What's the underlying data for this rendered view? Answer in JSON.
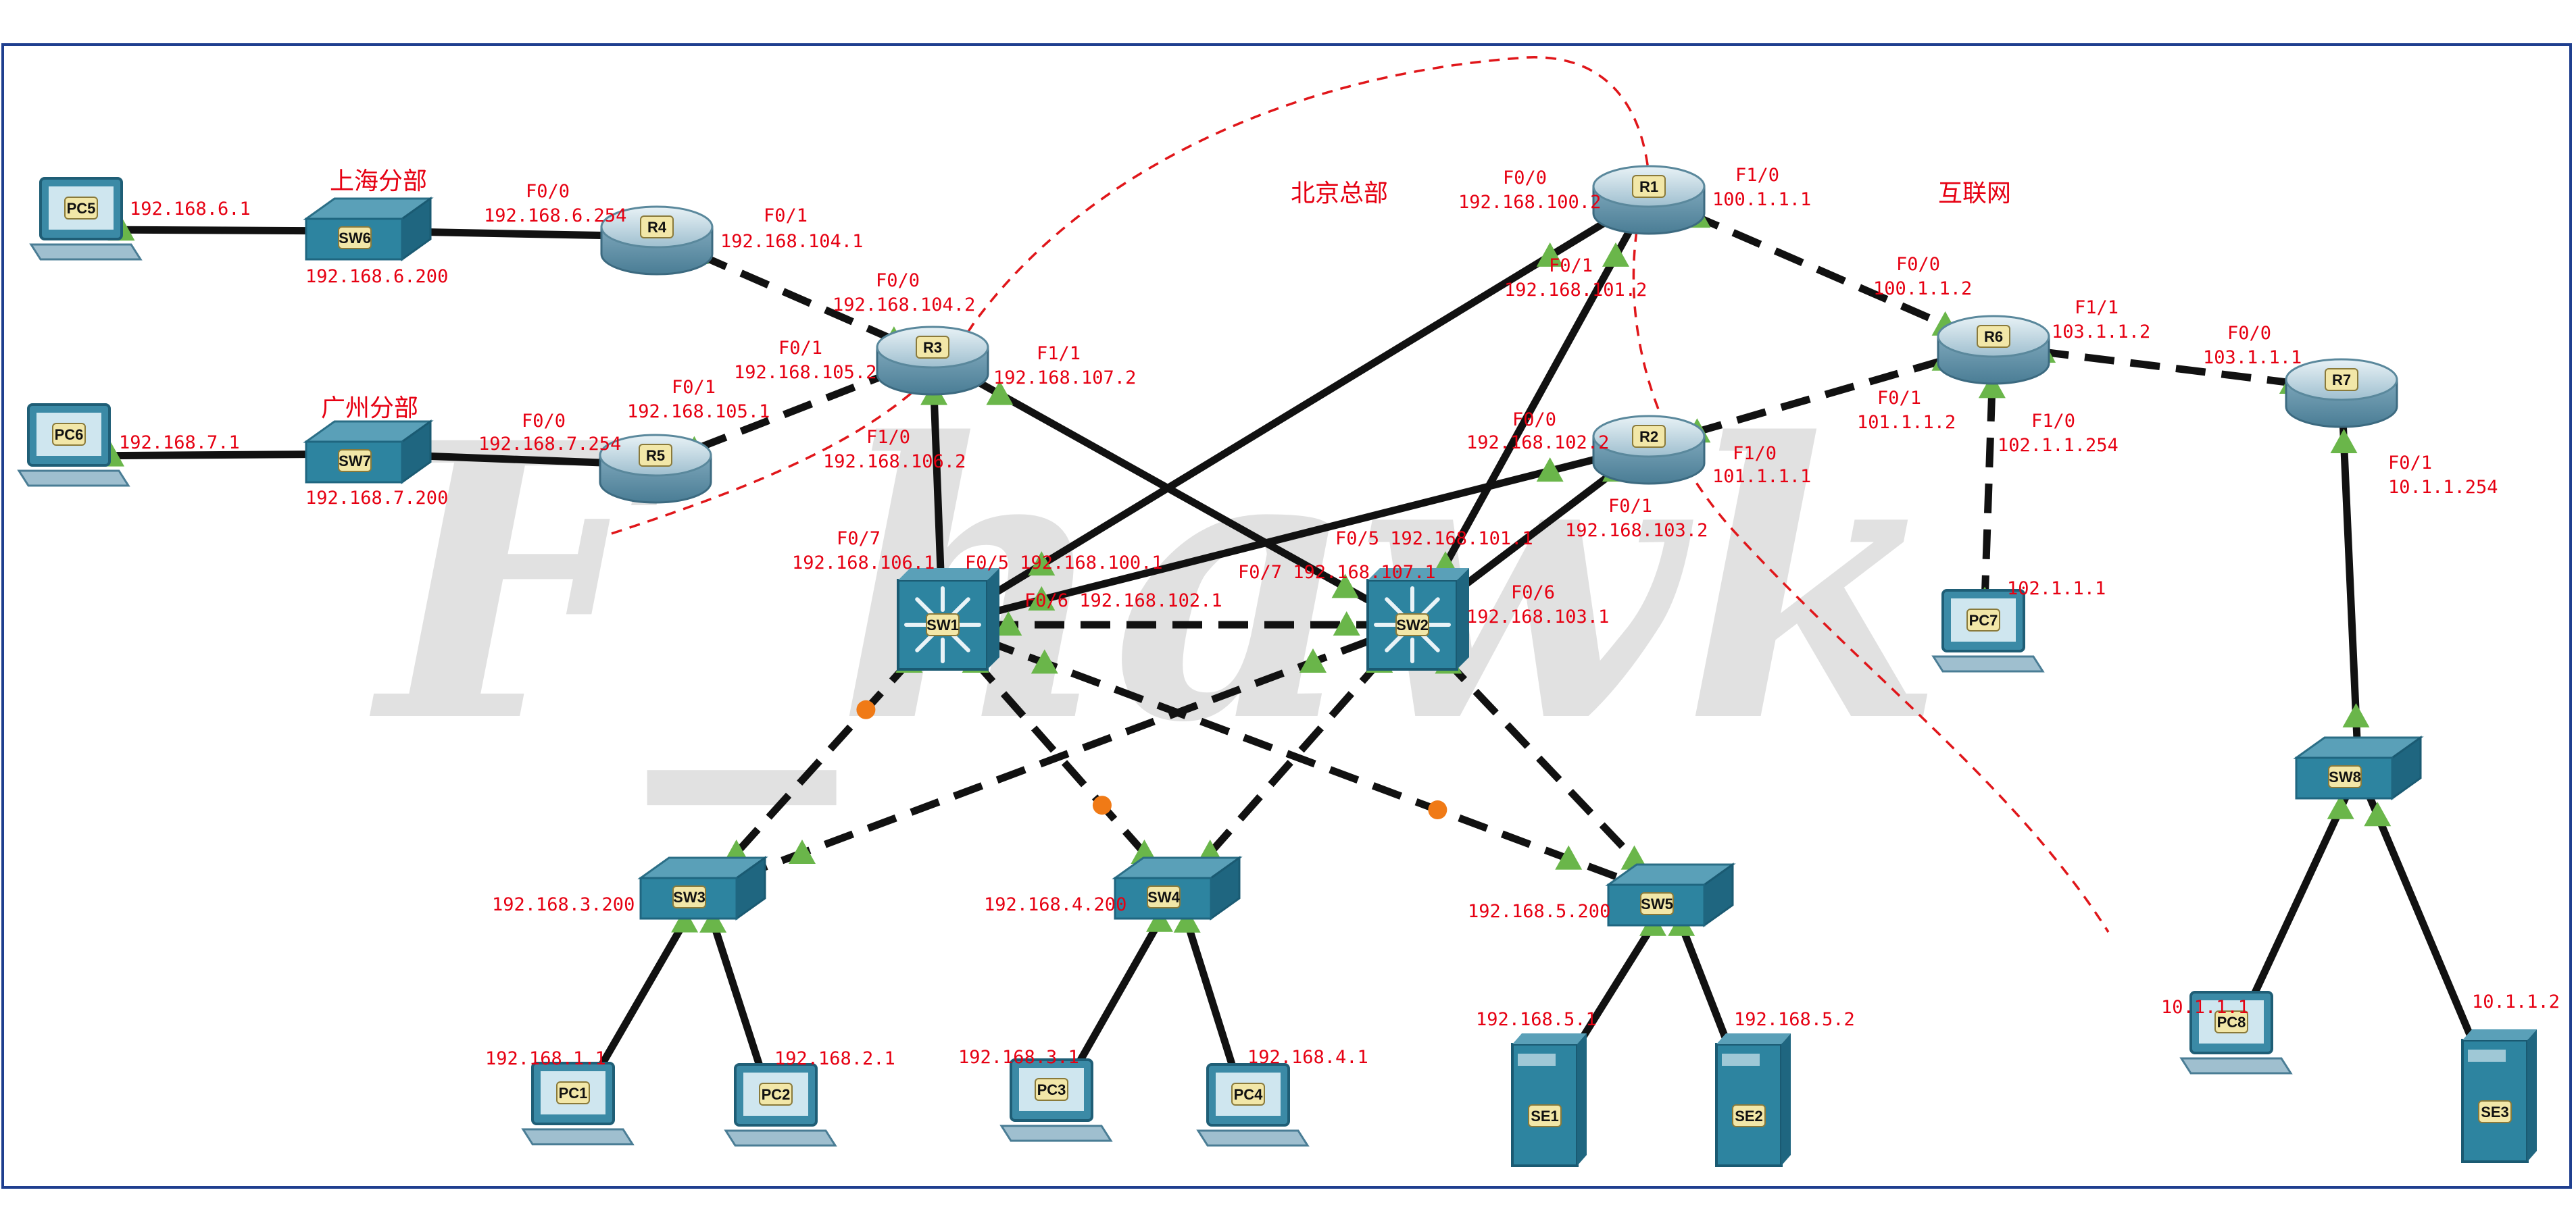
{
  "watermark": "F_hawk",
  "regions": [
    {
      "id": "sh",
      "label": "上海分部"
    },
    {
      "id": "gz",
      "label": "广州分部"
    },
    {
      "id": "bj",
      "label": "北京总部"
    },
    {
      "id": "inet",
      "label": "互联网"
    }
  ],
  "devices": [
    {
      "id": "PC5",
      "type": "pc"
    },
    {
      "id": "PC6",
      "type": "pc"
    },
    {
      "id": "SW6",
      "type": "switch"
    },
    {
      "id": "SW7",
      "type": "switch"
    },
    {
      "id": "R4",
      "type": "router"
    },
    {
      "id": "R5",
      "type": "router"
    },
    {
      "id": "R3",
      "type": "router"
    },
    {
      "id": "R1",
      "type": "router"
    },
    {
      "id": "R2",
      "type": "router"
    },
    {
      "id": "R6",
      "type": "router"
    },
    {
      "id": "R7",
      "type": "router"
    },
    {
      "id": "SW1",
      "type": "l3switch"
    },
    {
      "id": "SW2",
      "type": "l3switch"
    },
    {
      "id": "SW3",
      "type": "switch"
    },
    {
      "id": "SW4",
      "type": "switch"
    },
    {
      "id": "SW5",
      "type": "switch"
    },
    {
      "id": "SW8",
      "type": "switch"
    },
    {
      "id": "PC1",
      "type": "pc"
    },
    {
      "id": "PC2",
      "type": "pc"
    },
    {
      "id": "PC3",
      "type": "pc"
    },
    {
      "id": "PC4",
      "type": "pc"
    },
    {
      "id": "PC7",
      "type": "pc"
    },
    {
      "id": "PC8",
      "type": "pc"
    },
    {
      "id": "SE1",
      "type": "server"
    },
    {
      "id": "SE2",
      "type": "server"
    },
    {
      "id": "SE3",
      "type": "server"
    }
  ],
  "links": [
    {
      "from": "PC5",
      "to": "SW6",
      "style": "solid"
    },
    {
      "from": "SW6",
      "to": "R4",
      "style": "solid"
    },
    {
      "from": "R4",
      "to": "R3",
      "style": "dashed"
    },
    {
      "from": "PC6",
      "to": "SW7",
      "style": "solid"
    },
    {
      "from": "SW7",
      "to": "R5",
      "style": "solid"
    },
    {
      "from": "R5",
      "to": "R3",
      "style": "dashed"
    },
    {
      "from": "R3",
      "to": "SW1",
      "style": "solid"
    },
    {
      "from": "R3",
      "to": "SW2",
      "style": "solid"
    },
    {
      "from": "SW1",
      "to": "R1",
      "style": "solid"
    },
    {
      "from": "SW1",
      "to": "R2",
      "style": "solid"
    },
    {
      "from": "SW2",
      "to": "R1",
      "style": "solid"
    },
    {
      "from": "SW2",
      "to": "R2",
      "style": "solid"
    },
    {
      "from": "SW1",
      "to": "SW2",
      "style": "dashed"
    },
    {
      "from": "R1",
      "to": "R6",
      "style": "dashed"
    },
    {
      "from": "R2",
      "to": "R6",
      "style": "dashed"
    },
    {
      "from": "R6",
      "to": "R7",
      "style": "dashed"
    },
    {
      "from": "R6",
      "to": "PC7",
      "style": "dashed"
    },
    {
      "from": "R7",
      "to": "SW8",
      "style": "solid"
    },
    {
      "from": "SW8",
      "to": "PC8",
      "style": "solid"
    },
    {
      "from": "SW8",
      "to": "SE3",
      "style": "solid"
    },
    {
      "from": "SW1",
      "to": "SW3",
      "style": "dashed"
    },
    {
      "from": "SW1",
      "to": "SW4",
      "style": "dashed"
    },
    {
      "from": "SW1",
      "to": "SW5",
      "style": "dashed"
    },
    {
      "from": "SW2",
      "to": "SW3",
      "style": "dashed"
    },
    {
      "from": "SW2",
      "to": "SW4",
      "style": "dashed"
    },
    {
      "from": "SW2",
      "to": "SW5",
      "style": "dashed"
    },
    {
      "from": "SW3",
      "to": "PC1",
      "style": "solid"
    },
    {
      "from": "SW3",
      "to": "PC2",
      "style": "solid"
    },
    {
      "from": "SW4",
      "to": "PC3",
      "style": "solid"
    },
    {
      "from": "SW4",
      "to": "PC4",
      "style": "solid"
    },
    {
      "from": "SW5",
      "to": "SE1",
      "style": "solid"
    },
    {
      "from": "SW5",
      "to": "SE2",
      "style": "solid"
    }
  ],
  "port_labels": [
    {
      "id": "pc5-ip",
      "text": "192.168.6.1"
    },
    {
      "id": "sw6-ip",
      "text": "192.168.6.200"
    },
    {
      "id": "r4-f00",
      "text": "F0/0"
    },
    {
      "id": "r4-f00-ip",
      "text": "192.168.6.254"
    },
    {
      "id": "r4-f01",
      "text": "F0/1"
    },
    {
      "id": "r4-f01-ip",
      "text": "192.168.104.1"
    },
    {
      "id": "r3-f00",
      "text": "F0/0"
    },
    {
      "id": "r3-f00-ip",
      "text": "192.168.104.2"
    },
    {
      "id": "r3-f01",
      "text": "F0/1"
    },
    {
      "id": "r3-f01-ip",
      "text": "192.168.105.2"
    },
    {
      "id": "r3-f11",
      "text": "F1/1"
    },
    {
      "id": "r3-f11-ip",
      "text": "192.168.107.2"
    },
    {
      "id": "r3-f10",
      "text": "F1/0"
    },
    {
      "id": "r3-f10-ip",
      "text": "192.168.106.2"
    },
    {
      "id": "pc6-ip",
      "text": "192.168.7.1"
    },
    {
      "id": "sw7-ip",
      "text": "192.168.7.200"
    },
    {
      "id": "r5-f00",
      "text": "F0/0"
    },
    {
      "id": "r5-f00-ip",
      "text": "192.168.7.254"
    },
    {
      "id": "r5-f01",
      "text": "F0/1"
    },
    {
      "id": "r5-f01-ip",
      "text": "192.168.105.1"
    },
    {
      "id": "sw1-f07",
      "text": "F0/7"
    },
    {
      "id": "sw1-f07-ip",
      "text": "192.168.106.1"
    },
    {
      "id": "sw1-f05",
      "text": "F0/5 192.168.100.1"
    },
    {
      "id": "sw1-f06",
      "text": "F0/6 192.168.102.1"
    },
    {
      "id": "sw2-f07",
      "text": "F0/7 192.168.107.1"
    },
    {
      "id": "sw2-f05",
      "text": "F0/5  192.168.101.1"
    },
    {
      "id": "sw2-f06",
      "text": "F0/6"
    },
    {
      "id": "sw2-f06-ip",
      "text": "192.168.103.1"
    },
    {
      "id": "r1-f00",
      "text": "F0/0"
    },
    {
      "id": "r1-f00-ip",
      "text": "192.168.100.2"
    },
    {
      "id": "r1-f01",
      "text": "F0/1"
    },
    {
      "id": "r1-f01-ip",
      "text": "192.168.101.2"
    },
    {
      "id": "r1-f10",
      "text": "F1/0"
    },
    {
      "id": "r1-f10-ip",
      "text": "100.1.1.1"
    },
    {
      "id": "r2-f00",
      "text": "F0/0"
    },
    {
      "id": "r2-f00-ip",
      "text": "192.168.102.2"
    },
    {
      "id": "r2-f01",
      "text": "F0/1"
    },
    {
      "id": "r2-f01-ip",
      "text": "192.168.103.2"
    },
    {
      "id": "r2-f10",
      "text": "F1/0"
    },
    {
      "id": "r2-f10-ip",
      "text": "101.1.1.1"
    },
    {
      "id": "r6-f00",
      "text": "F0/0"
    },
    {
      "id": "r6-f00-ip",
      "text": "100.1.1.2"
    },
    {
      "id": "r6-f01",
      "text": "F0/1"
    },
    {
      "id": "r6-f01-ip",
      "text": "101.1.1.2"
    },
    {
      "id": "r6-f11",
      "text": "F1/1"
    },
    {
      "id": "r6-f11-ip",
      "text": "103.1.1.2"
    },
    {
      "id": "r6-f10",
      "text": "F1/0"
    },
    {
      "id": "r6-f10-ip",
      "text": "102.1.1.254"
    },
    {
      "id": "r7-f00",
      "text": "F0/0"
    },
    {
      "id": "r7-f00-ip",
      "text": "103.1.1.1"
    },
    {
      "id": "r7-f01",
      "text": "F0/1"
    },
    {
      "id": "r7-f01-ip",
      "text": "10.1.1.254"
    },
    {
      "id": "pc7-ip",
      "text": "102.1.1.1"
    },
    {
      "id": "sw3-ip",
      "text": "192.168.3.200"
    },
    {
      "id": "sw4-ip",
      "text": "192.168.4.200"
    },
    {
      "id": "sw5-ip",
      "text": "192.168.5.200"
    },
    {
      "id": "pc1-ip",
      "text": "192.168.1.1"
    },
    {
      "id": "pc2-ip",
      "text": "192.168.2.1"
    },
    {
      "id": "pc3-ip",
      "text": "192.168.3.1"
    },
    {
      "id": "pc4-ip",
      "text": "192.168.4.1"
    },
    {
      "id": "se1-ip",
      "text": "192.168.5.1"
    },
    {
      "id": "se2-ip",
      "text": "192.168.5.2"
    },
    {
      "id": "pc8-ip",
      "text": "10.1.1.1"
    },
    {
      "id": "se3-ip",
      "text": "10.1.1.2"
    }
  ],
  "colors": {
    "label": "#e60012",
    "link": "#111111",
    "port_up": "#6ab64a",
    "port_blocked": "#f07a16",
    "device": "#1f7a94",
    "frame": "#1f3f8f",
    "region_border": "#e0161a"
  }
}
